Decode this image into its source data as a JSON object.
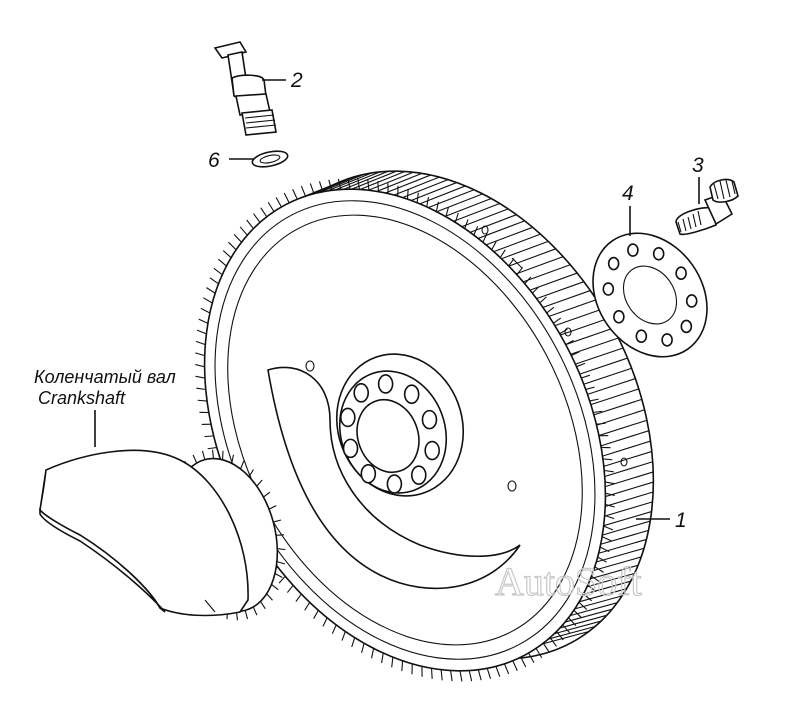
{
  "labels": {
    "part_1": "1",
    "part_2": "2",
    "part_3": "3",
    "part_4": "4",
    "part_6": "6",
    "crankshaft_ru": "Коленчатый вал",
    "crankshaft_en": "Crankshaft"
  },
  "watermark": "AutoSoft",
  "colors": {
    "ink": "#111111",
    "watermark": "#c9c9c9",
    "background": "#ffffff"
  }
}
